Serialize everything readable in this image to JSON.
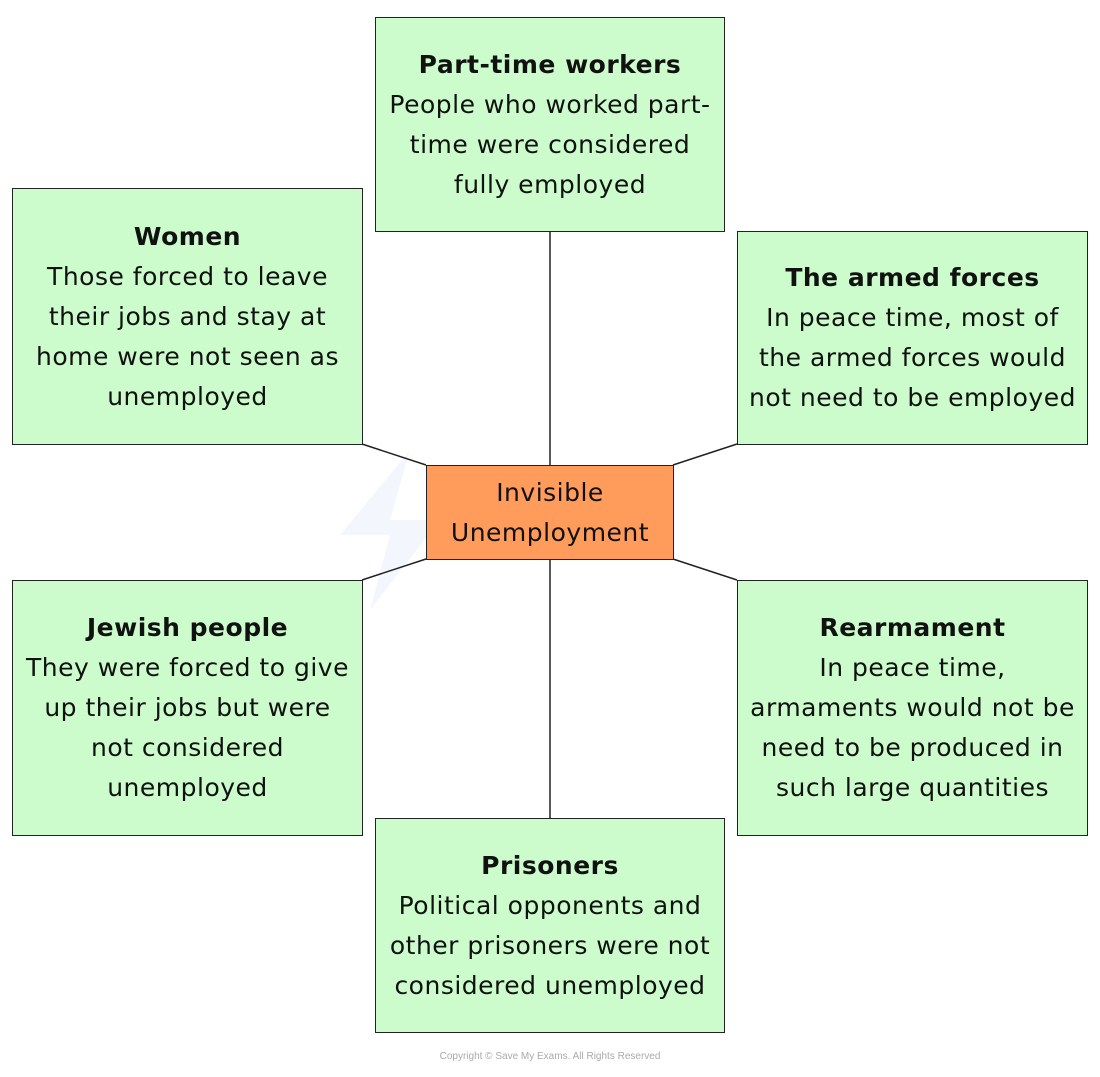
{
  "center": {
    "title_line1": "Invisible",
    "title_line2": "Unemployment",
    "fill": "#ff9c5b"
  },
  "box_fill": "#ccfccb",
  "nodes": [
    {
      "heading": "Part-time workers",
      "body": "People who worked part-time were considered fully employed"
    },
    {
      "heading": "Women",
      "body": "Those forced to leave their jobs and stay at home were not seen as unemployed"
    },
    {
      "heading": "The armed forces",
      "body": "In peace time, most of the armed forces would not need to be employed"
    },
    {
      "heading": "Jewish people",
      "body": "They were forced to give up their jobs but were not considered unemployed"
    },
    {
      "heading": "Rearmament",
      "body": "In peace time, armaments would not be need to be produced in such large quantities"
    },
    {
      "heading": "Prisoners",
      "body": "Political opponents and other prisoners were not considered unemployed"
    }
  ],
  "watermark": "Save My Exams",
  "copyright": "Copyright © Save My Exams. All Rights Reserved"
}
